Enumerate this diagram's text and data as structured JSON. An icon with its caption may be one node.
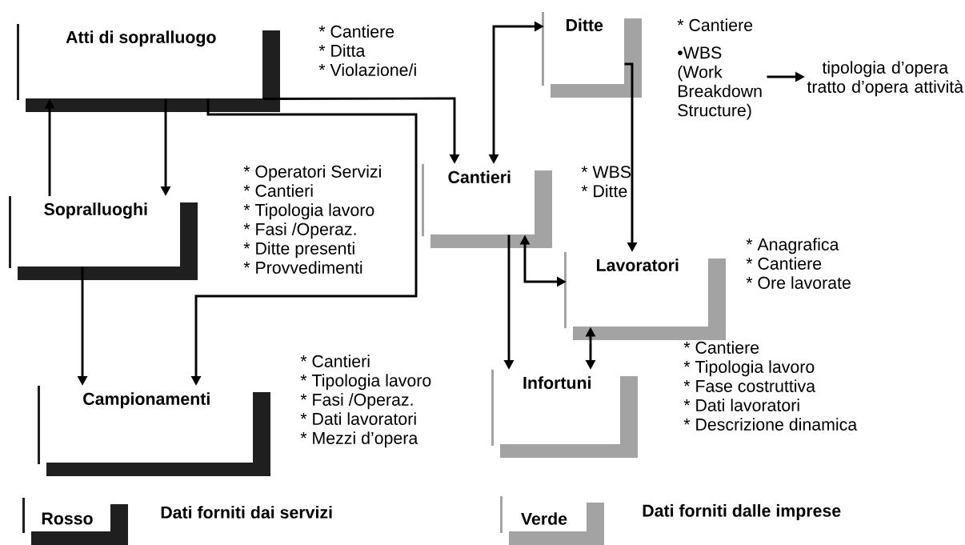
{
  "diagram": {
    "nodes": [
      {
        "text": [
          "Atti di sopralluogo"
        ],
        "beside": [
          "* Cantiere",
          "* Ditta",
          "* Violazione/i"
        ]
      },
      {
        "text": [
          "Sopralluoghi"
        ],
        "beside": [
          "* Operatori Servizi",
          "* Cantieri",
          "* Tipologia lavoro",
          "* Fasi /Operaz.",
          "* Ditte presenti",
          "* Provvedimenti"
        ]
      },
      {
        "text": [
          "Campionamenti"
        ],
        "beside": [
          "* Cantieri",
          "* Tipologia lavoro",
          "* Fasi /Operaz.",
          "* Dati lavoratori",
          "* Mezzi  d’opera"
        ]
      },
      {
        "text": [
          "Ditte"
        ]
      },
      {
        "text": [
          "Cantieri"
        ],
        "beside": [
          "* WBS",
          "* Ditte"
        ]
      },
      {
        "text": [
          "Lavoratori"
        ],
        "beside": [
          "* Anagrafica",
          "* Cantiere",
          "* Ore lavorate"
        ]
      },
      {
        "text": [
          "Infortuni"
        ],
        "beside": [
          "* Cantiere",
          "* Tipologia lavoro",
          "* Fase costruttiva",
          "* Dati lavoratori",
          "* Descrizione dinamica"
        ]
      },
      {
        "text": [
          "•WBS (Work Breakdown Structure)"
        ]
      },
      {
        "text": [
          "tipologia d’opera tratto d’opera attività"
        ]
      }
    ],
    "edges": [
      {
        "from": 1,
        "to": 0,
        "arrow": "to"
      },
      {
        "from": 0,
        "to": 1,
        "arrow": "to"
      },
      {
        "from": 0,
        "to": 4,
        "arrow": "to"
      },
      {
        "from": 0,
        "to": 2,
        "arrow": "to"
      },
      {
        "from": 1,
        "to": 2,
        "arrow": "to"
      },
      {
        "from": 3,
        "to": 4,
        "arrow": "both"
      },
      {
        "from": 3,
        "to": 5,
        "arrow": "to"
      },
      {
        "from": 4,
        "to": 6,
        "arrow": "to"
      },
      {
        "from": 4,
        "to": 5,
        "arrow": "both"
      },
      {
        "from": 5,
        "to": 6,
        "arrow": "both"
      },
      {
        "from": 7,
        "to": 8,
        "arrow": "to"
      }
    ],
    "labels": [
      "* Cantiere",
      "Rosso",
      "Verde"
    ],
    "legend": [
      {
        "text": "Dati forniti dai servizi",
        "color": "#1f1f1f"
      },
      {
        "text": "Dati forniti dalle imprese",
        "color": "#a3a3a3"
      }
    ]
  }
}
